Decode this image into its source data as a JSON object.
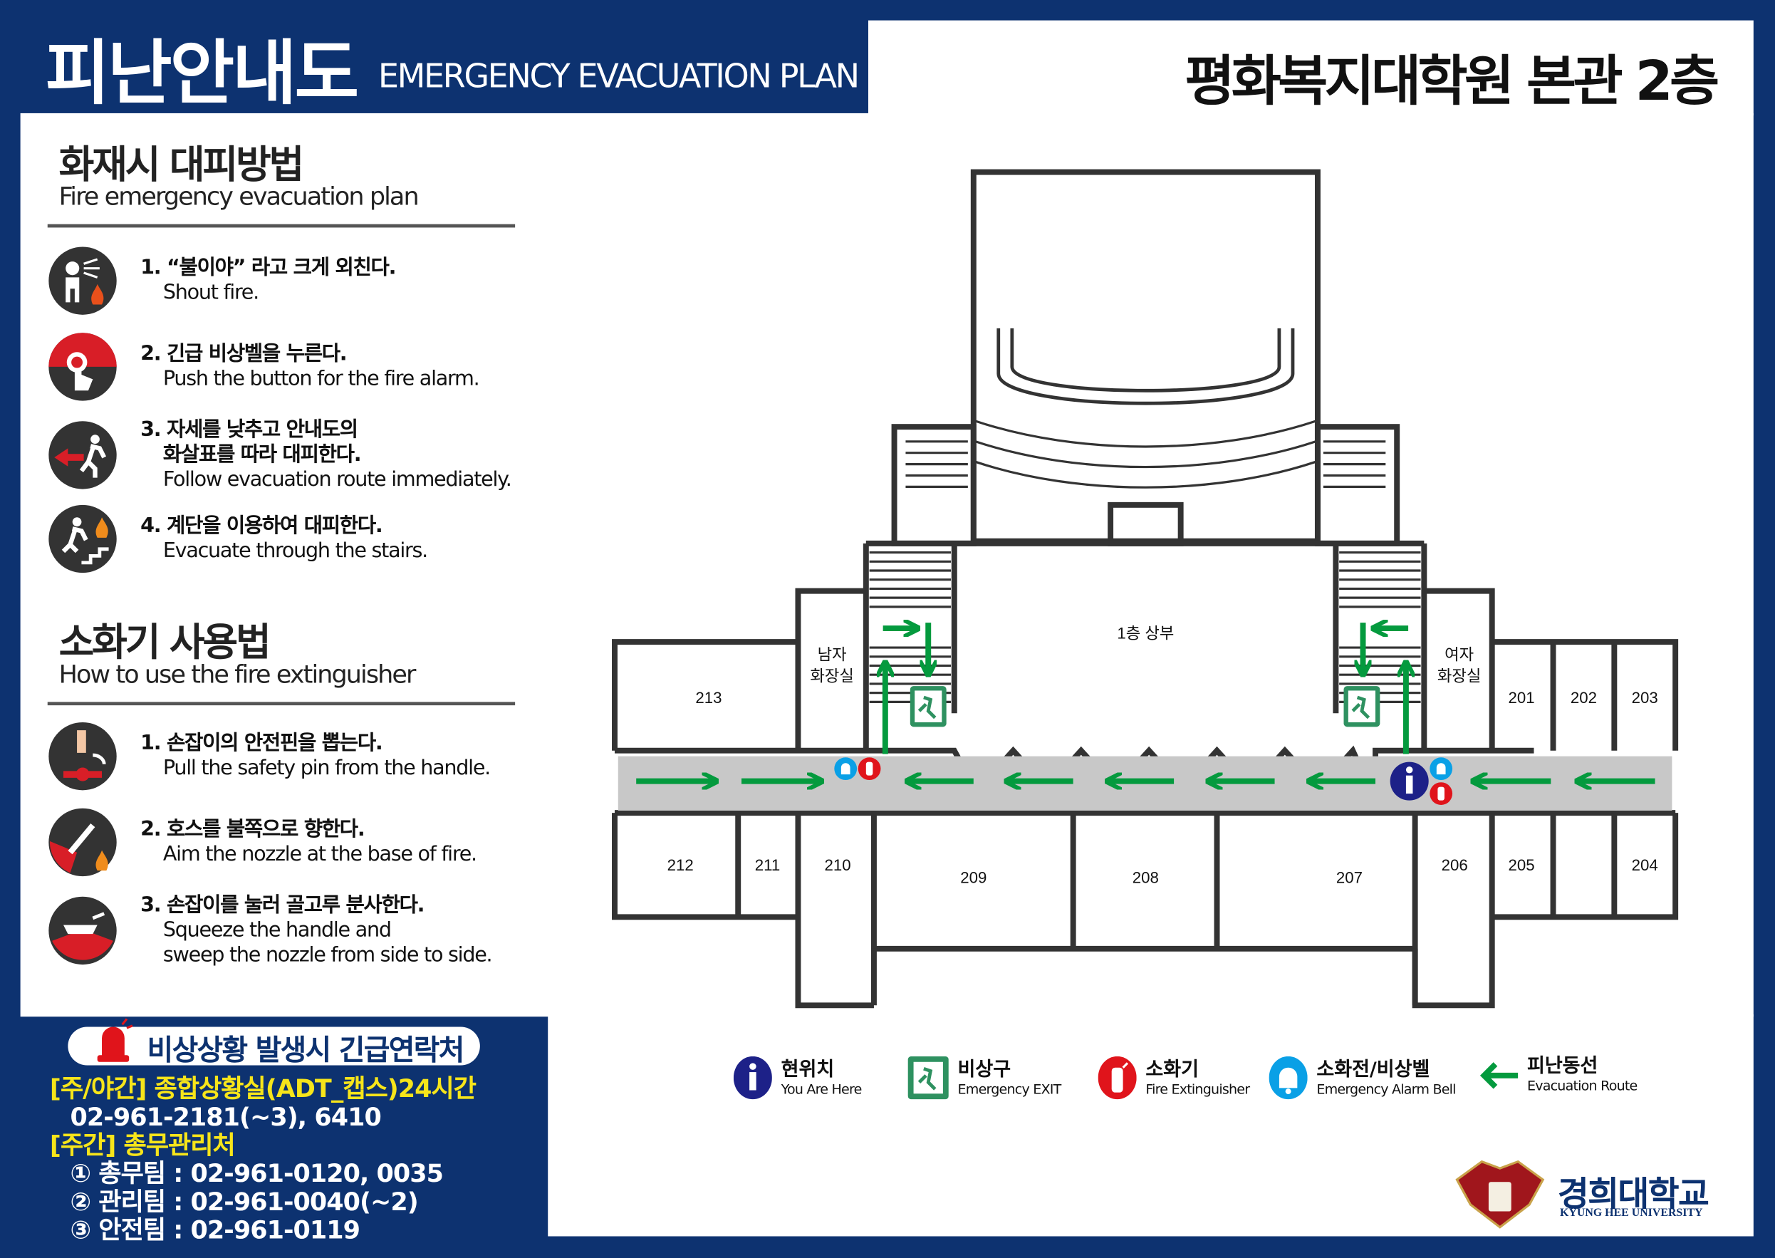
{
  "header": {
    "title_ko": "피난안내도",
    "title_en": "EMERGENCY EVACUATION PLAN",
    "building": "평화복지대학원 본관 2층"
  },
  "fire_section": {
    "title_ko": "화재시 대피방법",
    "title_en": "Fire emergency evacuation plan",
    "steps": [
      {
        "ko": "1. “불이야” 라고 크게 외친다.",
        "en": "Shout fire.",
        "icon": "shout-icon"
      },
      {
        "ko": "2. 긴급 비상벨을 누른다.",
        "en": "Push the button for the fire alarm.",
        "icon": "alarm-button-icon"
      },
      {
        "ko": "3. 자세를 낮추고 안내도의",
        "ko2": "화살표를 따라 대피한다.",
        "en": "Follow evacuation route immediately.",
        "icon": "evacuate-icon"
      },
      {
        "ko": "4. 계단을 이용하여 대피한다.",
        "en": "Evacuate through the stairs.",
        "icon": "stairs-icon"
      }
    ]
  },
  "extinguisher_section": {
    "title_ko": "소화기 사용법",
    "title_en": "How to use the fire extinguisher",
    "steps": [
      {
        "ko": "1. 손잡이의 안전핀을 뽑는다.",
        "en": "Pull the safety pin from the handle.",
        "icon": "pull-pin-icon"
      },
      {
        "ko": "2. 호스를 불쪽으로 향한다.",
        "en": "Aim the nozzle at the base of fire.",
        "icon": "aim-nozzle-icon"
      },
      {
        "ko": "3. 손잡이를 눌러 골고루 분사한다.",
        "en": "Squeeze the handle and",
        "en2": "sweep the nozzle from side to side.",
        "icon": "squeeze-icon"
      }
    ]
  },
  "emergency": {
    "title": "비상상황 발생시 긴급연락처",
    "line1": "[주/야간] 종합상황실(ADT_캡스)24시간",
    "line2": "02-961-2181(~3), 6410",
    "line3": "[주간] 총무관리처",
    "line4": "① 총무팀 : 02-961-0120, 0035",
    "line5": "② 관리팀 : 02-961-0040(~2)",
    "line6": "③ 안전팀 : 02-961-0119"
  },
  "map": {
    "void_label": "1층 상부",
    "restroom_m": [
      "남자",
      "화장실"
    ],
    "restroom_f": [
      "여자",
      "화장실"
    ],
    "rooms": [
      {
        "label": "213"
      },
      {
        "label": "201"
      },
      {
        "label": "202"
      },
      {
        "label": "203"
      },
      {
        "label": "212"
      },
      {
        "label": "211"
      },
      {
        "label": "210"
      },
      {
        "label": "209"
      },
      {
        "label": "208"
      },
      {
        "label": "207"
      },
      {
        "label": "206"
      },
      {
        "label": "205"
      },
      {
        "label": "204"
      }
    ]
  },
  "legend": [
    {
      "ko": "현위치",
      "en": "You Are Here",
      "icon": "you-are-here-icon",
      "color": "#1d2188"
    },
    {
      "ko": "비상구",
      "en": "Emergency EXIT",
      "icon": "exit-icon",
      "color": "#2e9160"
    },
    {
      "ko": "소화기",
      "en": "Fire Extinguisher",
      "icon": "extinguisher-icon",
      "color": "#e0141b"
    },
    {
      "ko": "소화전/비상벨",
      "en": "Emergency Alarm Bell",
      "icon": "alarm-bell-icon",
      "color": "#0aa0e6"
    },
    {
      "ko": "피난동선",
      "en": "Evacuation Route",
      "icon": "evacuation-arrow-icon",
      "color": "#049a3e"
    }
  ],
  "logo": {
    "name_ko": "경희대학교",
    "name_en": "KYUNG HEE UNIVERSITY"
  },
  "colors": {
    "navy": "#0d3270",
    "yellow": "#f7e51a",
    "route": "#049a3e",
    "corridor": "#c8c8c8"
  }
}
